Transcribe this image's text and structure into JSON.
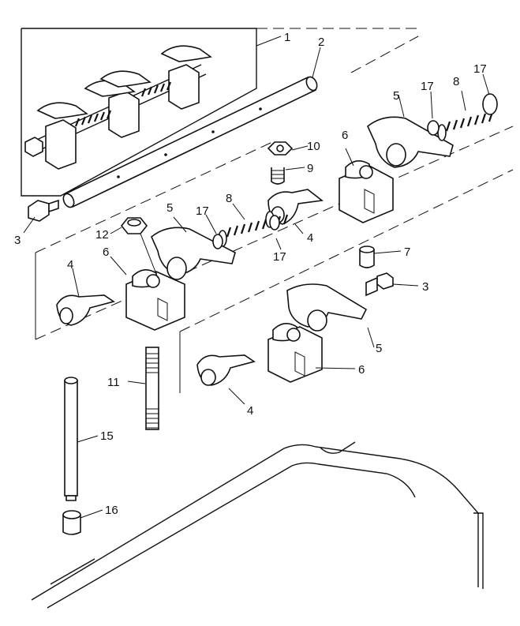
{
  "callouts": [
    {
      "id": "c1",
      "text": "1"
    },
    {
      "id": "c2",
      "text": "2"
    },
    {
      "id": "c3a",
      "text": "3"
    },
    {
      "id": "c3b",
      "text": "3"
    },
    {
      "id": "c4a",
      "text": "4"
    },
    {
      "id": "c4b",
      "text": "4"
    },
    {
      "id": "c4c",
      "text": "4"
    },
    {
      "id": "c5a",
      "text": "5"
    },
    {
      "id": "c5b",
      "text": "5"
    },
    {
      "id": "c5c",
      "text": "5"
    },
    {
      "id": "c6a",
      "text": "6"
    },
    {
      "id": "c6b",
      "text": "6"
    },
    {
      "id": "c6c",
      "text": "6"
    },
    {
      "id": "c7",
      "text": "7"
    },
    {
      "id": "c8a",
      "text": "8"
    },
    {
      "id": "c8b",
      "text": "8"
    },
    {
      "id": "c9",
      "text": "9"
    },
    {
      "id": "c10",
      "text": "10"
    },
    {
      "id": "c11",
      "text": "11"
    },
    {
      "id": "c12",
      "text": "12"
    },
    {
      "id": "c15",
      "text": "15"
    },
    {
      "id": "c16",
      "text": "16"
    },
    {
      "id": "c17a",
      "text": "17"
    },
    {
      "id": "c17b",
      "text": "17"
    },
    {
      "id": "c17c",
      "text": "17"
    },
    {
      "id": "c17d",
      "text": "17"
    }
  ]
}
